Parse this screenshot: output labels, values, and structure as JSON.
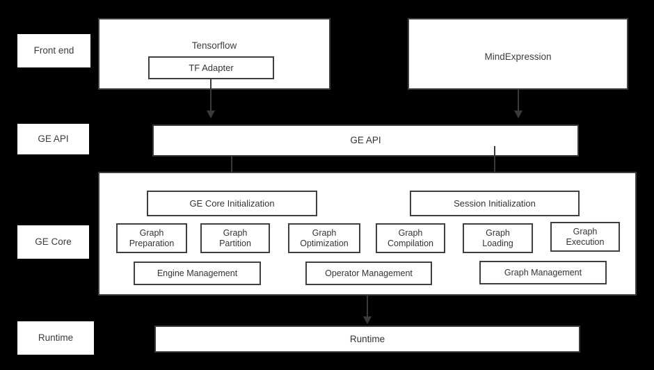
{
  "diagram": {
    "title": "GE architecture layers",
    "background_color": "#000000",
    "box_fill": "#ffffff",
    "box_border": "#3f3f3f",
    "text_color": "#333333"
  },
  "layer_labels": [
    {
      "id": "front-end",
      "label": "Front end"
    },
    {
      "id": "ge-api",
      "label": "GE API"
    },
    {
      "id": "ge-core",
      "label": "GE Core"
    },
    {
      "id": "runtime",
      "label": "Runtime"
    }
  ],
  "frontend": {
    "tensorflow": {
      "label": "Tensorflow"
    },
    "tf_adapter": {
      "label": "TF Adapter"
    },
    "mindexpression": {
      "label": "MindExpression"
    }
  },
  "ge_api_bar": {
    "label": "GE API"
  },
  "ge_core": {
    "init_boxes": [
      {
        "id": "ge-core-initialization",
        "label": "GE Core Initialization"
      },
      {
        "id": "session-initialization",
        "label": "Session Initialization"
      }
    ],
    "module_boxes": [
      {
        "id": "graph-preparation",
        "label": "Graph\nPreparation"
      },
      {
        "id": "graph-partition",
        "label": "Graph\nPartition"
      },
      {
        "id": "graph-optimization",
        "label": "Graph\nOptimization"
      },
      {
        "id": "graph-compilation",
        "label": "Graph\nCompilation"
      },
      {
        "id": "graph-loading",
        "label": "Graph\nLoading"
      },
      {
        "id": "graph-execution",
        "label": "Graph\nExecution"
      }
    ],
    "management_boxes": [
      {
        "id": "engine-management",
        "label": "Engine Management"
      },
      {
        "id": "operator-management",
        "label": "Operator Management"
      },
      {
        "id": "graph-management",
        "label": "Graph Management"
      }
    ]
  },
  "runtime_bar": {
    "label": "Runtime"
  }
}
